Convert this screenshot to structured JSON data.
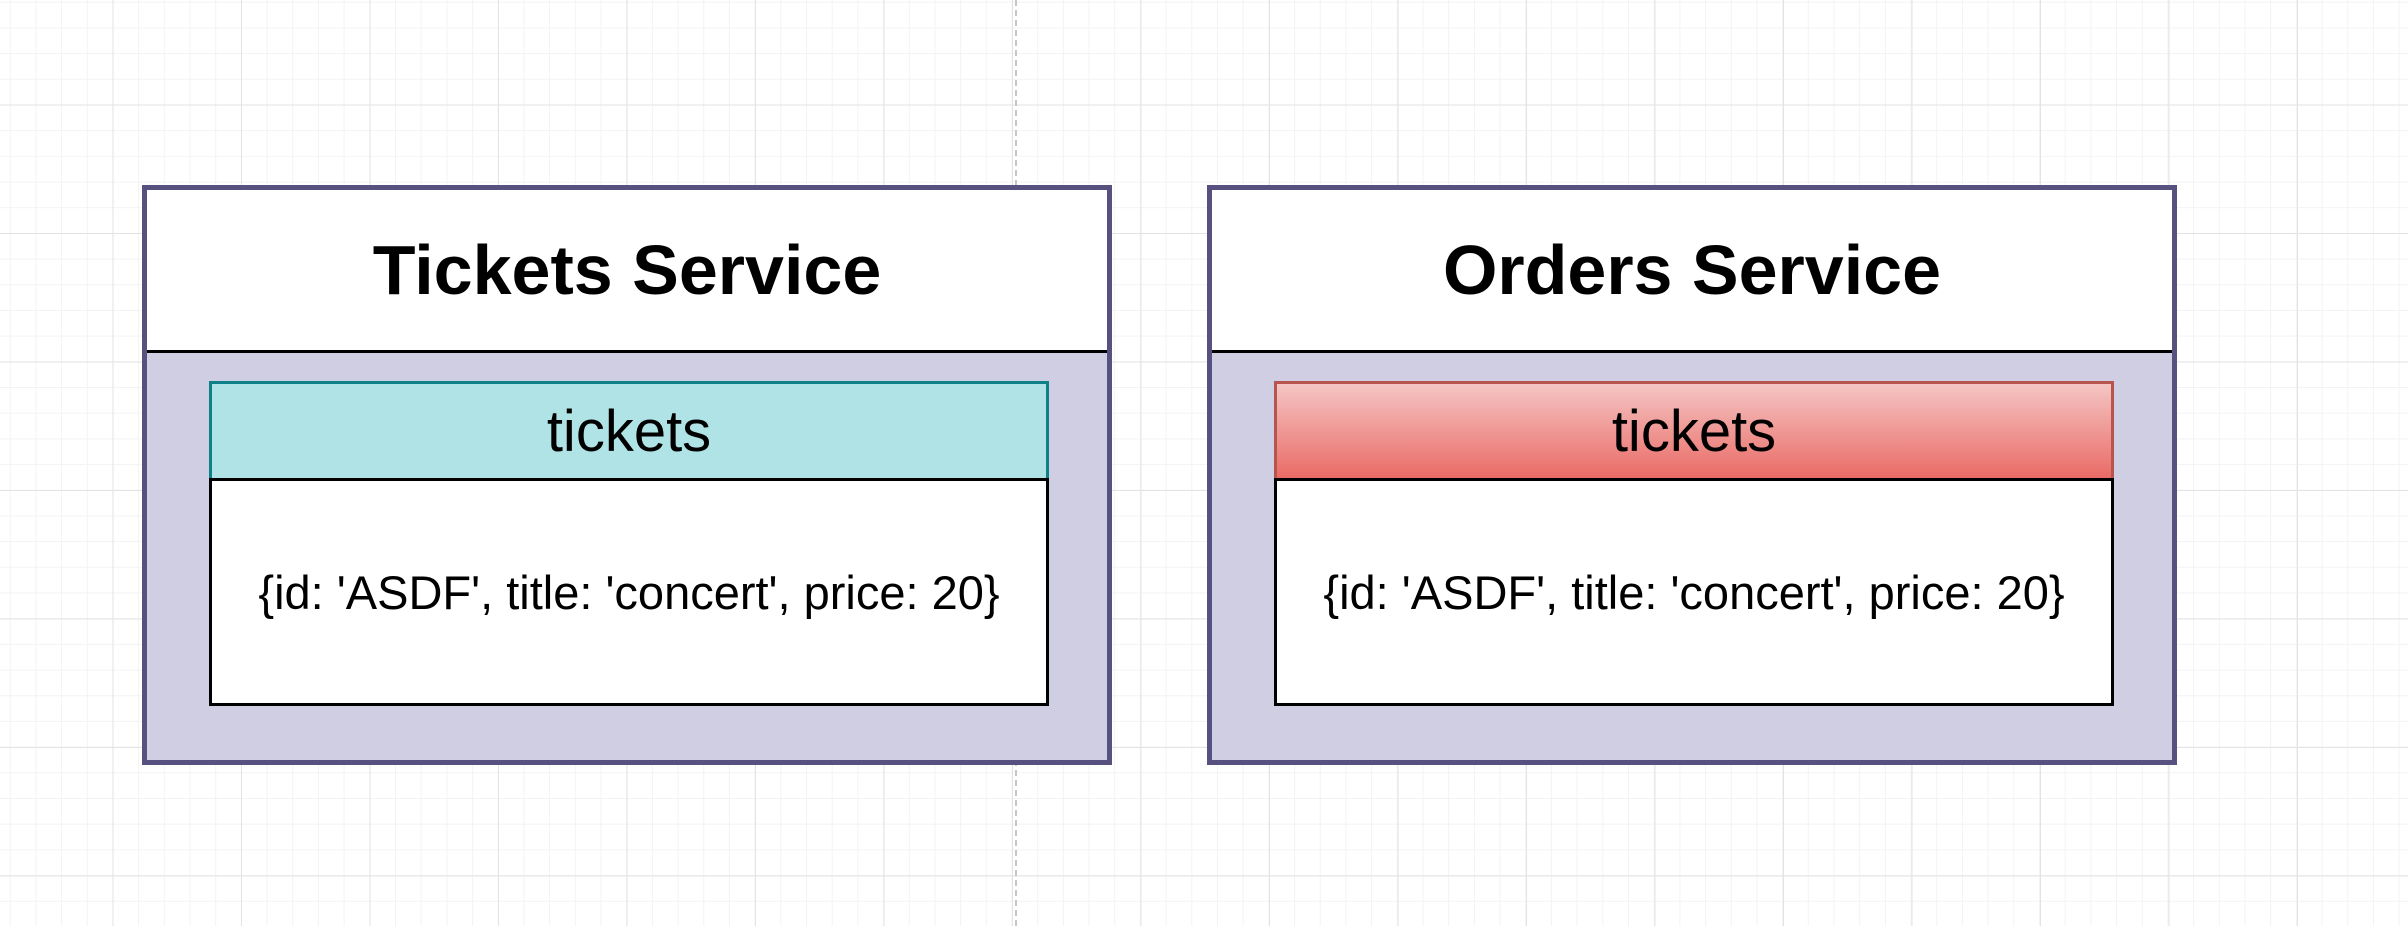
{
  "services": [
    {
      "title": "Tickets Service",
      "table": {
        "name": "tickets",
        "record": "{id: 'ASDF', title: 'concert', price: 20}"
      }
    },
    {
      "title": "Orders Service",
      "table": {
        "name": "tickets",
        "record": "{id: 'ASDF', title: 'concert', price: 20}"
      }
    }
  ],
  "colors": {
    "service_fill": "#d0cee2",
    "service_border": "#56517e",
    "tickets_header_fill": "#b0e3e6",
    "orders_header_fill_top": "#f4c5c4",
    "orders_header_fill_bottom": "#ea6b66"
  }
}
